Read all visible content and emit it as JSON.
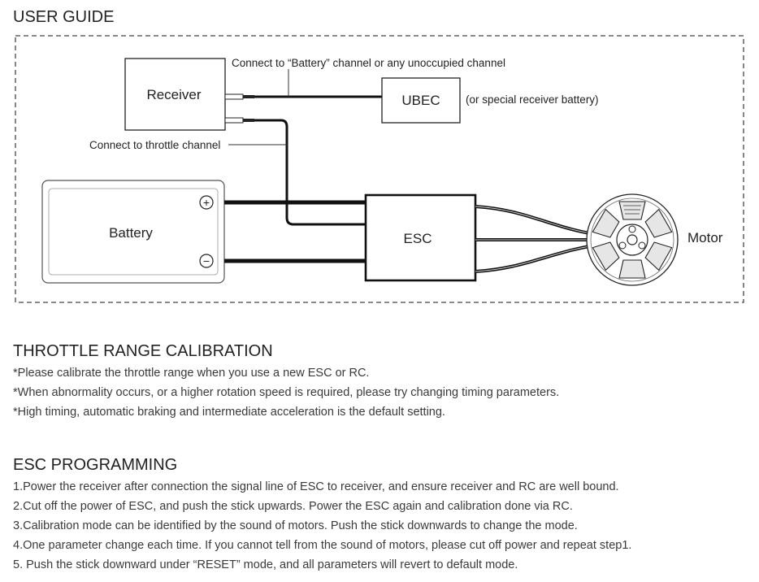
{
  "user_guide": {
    "title": "USER GUIDE",
    "diagram": {
      "receiver_label": "Receiver",
      "ubec_label": "UBEC",
      "battery_label": "Battery",
      "esc_label": "ESC",
      "motor_label": "Motor",
      "plus_symbol": "+",
      "minus_symbol": "−",
      "battery_channel_note": "Connect to “Battery” channel or any unoccupied channel",
      "ubec_note": "(or special receiver battery)",
      "throttle_channel_note": "Connect to throttle channel"
    }
  },
  "throttle_calibration": {
    "title": "THROTTLE RANGE CALIBRATION",
    "lines": [
      "*Please calibrate the throttle range when you use a new ESC or RC.",
      "*When abnormality occurs, or a higher rotation speed is required, please try changing timing parameters.",
      "*High timing, automatic braking and intermediate acceleration is the default setting."
    ]
  },
  "esc_programming": {
    "title": "ESC PROGRAMMING",
    "steps": [
      "1.Power the receiver after connection the signal line of ESC to receiver, and ensure receiver and RC are well bound.",
      "2.Cut off the power of ESC, and push the stick upwards. Power the ESC again and calibration done via RC.",
      "3.Calibration mode can be identified by the sound of motors. Push the stick downwards to change the mode.",
      "4.One parameter change each time. If you cannot tell from the sound of motors, please cut off power and repeat step1.",
      "5. Push the stick downward under “RESET” mode, and all parameters will revert to default mode."
    ]
  }
}
